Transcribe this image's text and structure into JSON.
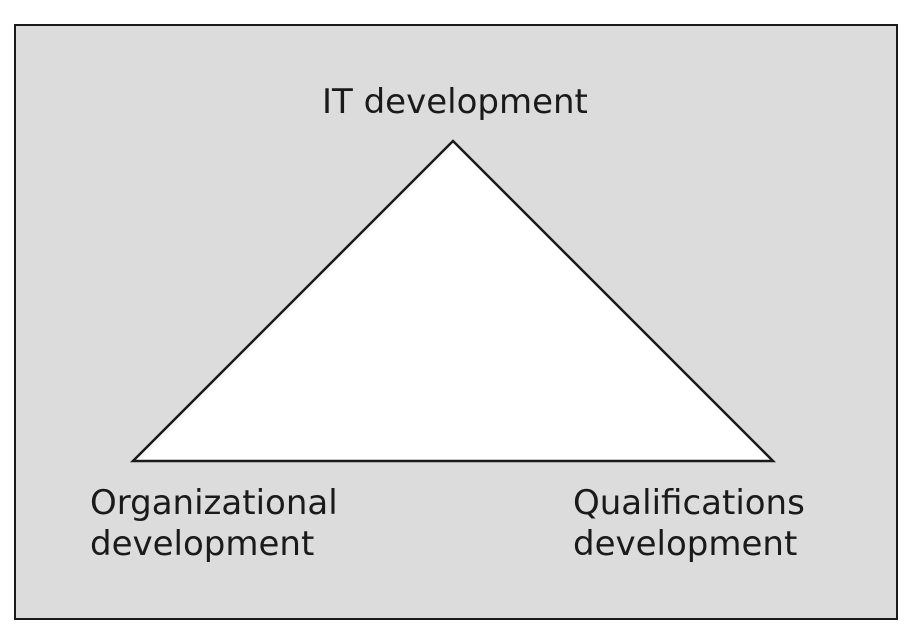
{
  "diagram": {
    "nodes": {
      "top": {
        "lines": [
          "IT development"
        ]
      },
      "bottom_left": {
        "lines": [
          "Organizational",
          "development"
        ]
      },
      "bottom_right": {
        "lines": [
          "Qualifications",
          "development"
        ]
      }
    },
    "colors": {
      "background": "#dcdcdc",
      "triangle_fill": "#ffffff",
      "stroke": "#1a1a1a"
    }
  }
}
